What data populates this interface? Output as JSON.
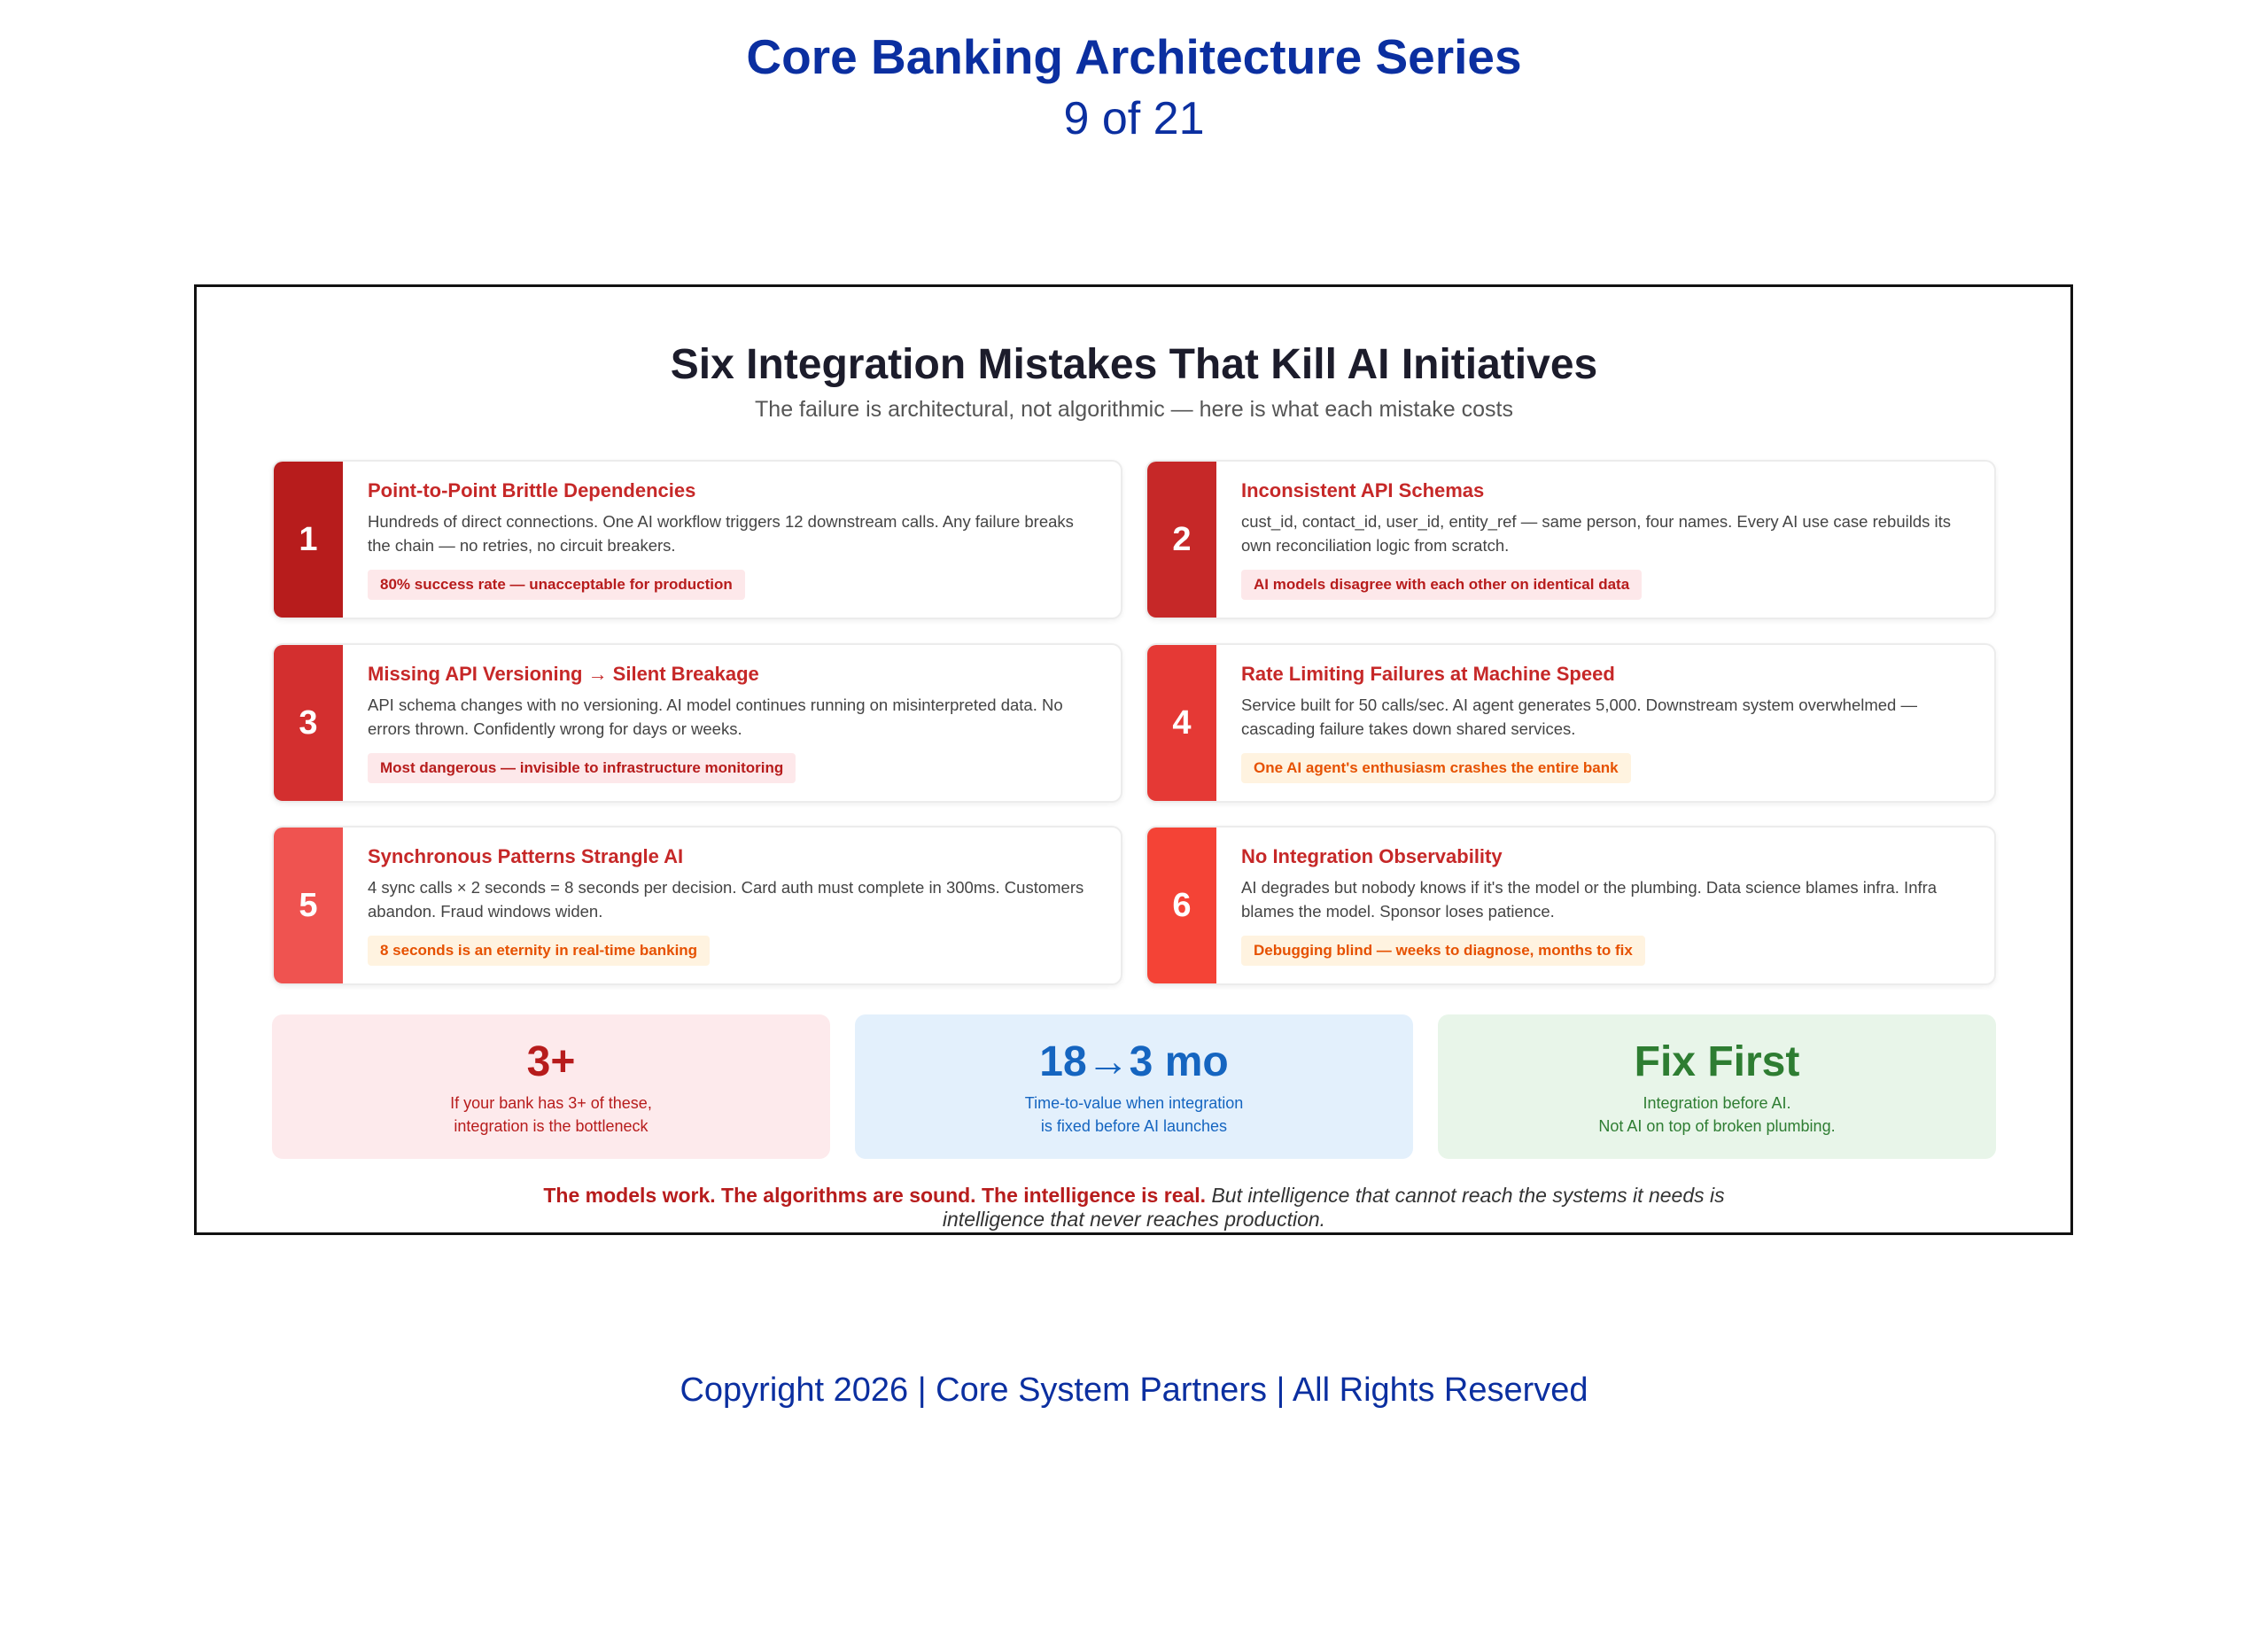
{
  "header": {
    "title": "Core Banking Architecture Series",
    "page": "9 of 21"
  },
  "infographic": {
    "title": "Six Integration Mistakes That Kill AI Initiatives",
    "subtitle": "The failure is architectural, not algorithmic — here is what each mistake costs",
    "mistakes": [
      {
        "number": "1",
        "title": "Point-to-Point Brittle Dependencies",
        "description": "Hundreds of direct connections. One AI workflow triggers 12 downstream calls. Any failure breaks the chain — no retries, no circuit breakers.",
        "impact": "80% success rate — unacceptable for production",
        "color": "#b71c1c",
        "tag_style": "red"
      },
      {
        "number": "2",
        "title": "Inconsistent API Schemas",
        "description": "cust_id, contact_id, user_id, entity_ref — same person, four names. Every AI use case rebuilds its own reconciliation logic from scratch.",
        "impact": "AI models disagree with each other on identical data",
        "color": "#c62828",
        "tag_style": "red"
      },
      {
        "number": "3",
        "title": "Missing API Versioning → Silent Breakage",
        "description": "API schema changes with no versioning. AI model continues running on misinterpreted data. No errors thrown. Confidently wrong for days or weeks.",
        "impact": "Most dangerous — invisible to infrastructure monitoring",
        "color": "#d32f2f",
        "tag_style": "red"
      },
      {
        "number": "4",
        "title": "Rate Limiting Failures at Machine Speed",
        "description": "Service built for 50 calls/sec. AI agent generates 5,000. Downstream system overwhelmed — cascading failure takes down shared services.",
        "impact": "One AI agent's enthusiasm crashes the entire bank",
        "color": "#e53935",
        "tag_style": "orange"
      },
      {
        "number": "5",
        "title": "Synchronous Patterns Strangle AI",
        "description": "4 sync calls × 2 seconds = 8 seconds per decision. Card auth must complete in 300ms. Customers abandon. Fraud windows widen.",
        "impact": "8 seconds is an eternity in real-time banking",
        "color": "#ef5350",
        "tag_style": "orange"
      },
      {
        "number": "6",
        "title": "No Integration Observability",
        "description": "AI degrades but nobody knows if it's the model or the plumbing. Data science blames infra. Infra blames the model. Sponsor loses patience.",
        "impact": "Debugging blind — weeks to diagnose, months to fix",
        "color": "#f44336",
        "tag_style": "orange"
      }
    ],
    "stats": [
      {
        "value": "3+",
        "line1": "If your bank has 3+ of these,",
        "line2": "integration is the bottleneck",
        "bg": "#fdeaec",
        "color": "#b71c1c"
      },
      {
        "value": "18→3 mo",
        "line1": "Time-to-value when integration",
        "line2": "is fixed before AI launches",
        "bg": "#e3f0fc",
        "color": "#1565c0"
      },
      {
        "value": "Fix First",
        "line1": "Integration before AI.",
        "line2": "Not AI on top of broken plumbing.",
        "bg": "#e8f5e9",
        "color": "#2e7d32"
      }
    ],
    "conclusion_bold": "The models work. The algorithms are sound. The intelligence is real.",
    "conclusion_italic": "But intelligence that cannot reach the systems it needs is intelligence that never reaches production."
  },
  "footer": {
    "copyright": "Copyright 2026 | Core System Partners | All Rights Reserved"
  }
}
